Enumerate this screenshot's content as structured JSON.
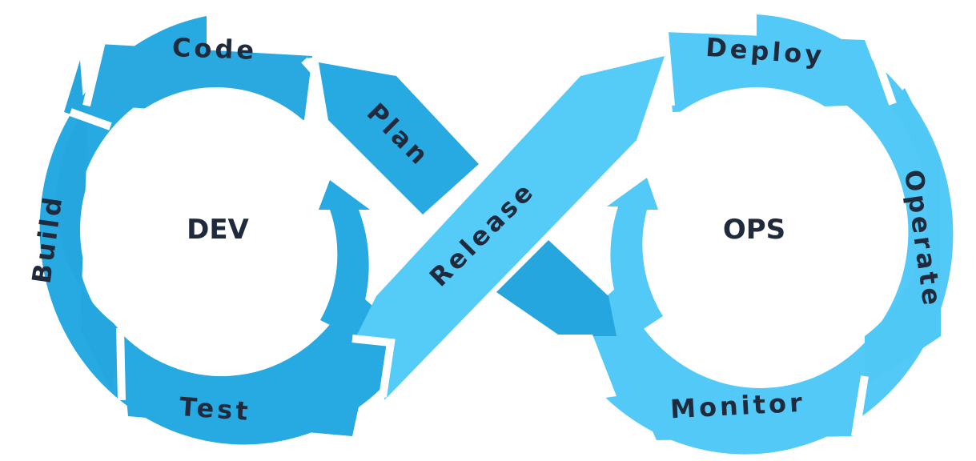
{
  "colors": {
    "dev_dark": "#27a9e1",
    "dev_mid": "#2aaae2",
    "ops_light": "#52c9f6",
    "release_light": "#55cbf8",
    "text": "#1f2a3c",
    "background": "#ffffff"
  },
  "dev": {
    "hub": "DEV",
    "stages": {
      "code": "Code",
      "build": "Build",
      "test": "Test",
      "plan": "Plan"
    }
  },
  "release": "Release",
  "ops": {
    "hub": "OPS",
    "stages": {
      "deploy": "Deploy",
      "operate": "Operate",
      "monitor": "Monitor"
    }
  }
}
